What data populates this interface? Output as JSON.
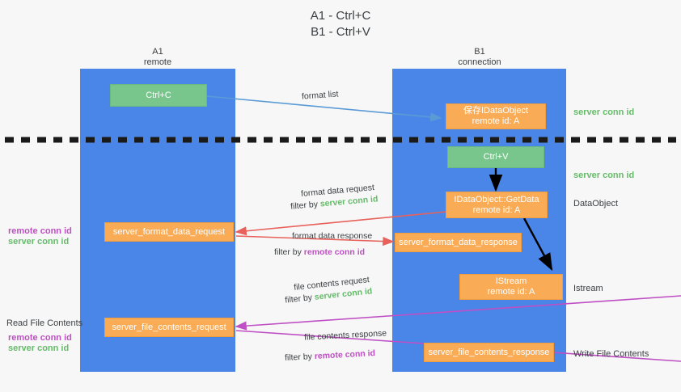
{
  "title": {
    "line1": "A1 - Ctrl+C",
    "line2": "B1 - Ctrl+V"
  },
  "lanes": [
    {
      "id": "a1",
      "name": "A1",
      "role": "remote"
    },
    {
      "id": "b1",
      "name": "B1",
      "role": "connection"
    }
  ],
  "colors": {
    "lane_fill": "#4a86e8",
    "node_orange": "#f9ab55",
    "node_green": "#79c68d",
    "server_conn_id": "#66bb6a",
    "remote_conn_id": "#bf4fc4",
    "arrow_blue": "#5b9bd5",
    "arrow_red": "#e8615a",
    "arrow_magenta": "#bf4fc4",
    "arrow_black": "#000000",
    "background": "#f7f7f7",
    "text": "#3c4043"
  },
  "nodes": {
    "ctrl_c": {
      "label": "Ctrl+C",
      "style": "green"
    },
    "save_idataobject": {
      "line1": "保存IDataObject",
      "line2": "remote id: A",
      "style": "orange"
    },
    "ctrl_v": {
      "label": "Ctrl+V",
      "style": "green"
    },
    "getdata": {
      "line1": "IDataObject::GetData",
      "line2": "remote id: A",
      "style": "orange"
    },
    "server_format_data_request": {
      "label": "server_format_data_request",
      "style": "orange"
    },
    "server_format_data_response": {
      "label": "server_format_data_response",
      "style": "orange"
    },
    "istream": {
      "line1": "IStream",
      "line2": "remote id: A",
      "style": "orange"
    },
    "server_file_contents_request": {
      "label": "server_file_contents_request",
      "style": "orange"
    },
    "server_file_contents_response": {
      "label": "server_file_contents_response",
      "style": "orange"
    }
  },
  "edge_labels": {
    "format_list": "format list",
    "format_data_request": "format data request",
    "format_data_request_filter_prefix": "filter by ",
    "format_data_request_filter_key": "server conn id",
    "format_data_response": "format data response",
    "format_data_response_filter_prefix": "filter by ",
    "format_data_response_filter_key": "remote conn id",
    "file_contents_request": "file contents request",
    "file_contents_request_filter_prefix": "filter by ",
    "file_contents_request_filter_key": "server conn id",
    "file_contents_response": "file contents response",
    "file_contents_response_filter_prefix": "filter by ",
    "file_contents_response_filter_key": "remote conn id"
  },
  "annotations": {
    "right_server_conn_id_top": "server conn id",
    "right_server_conn_id_mid": "server conn id",
    "right_dataobject": "DataObject",
    "right_istream": "Istream",
    "right_write_file_contents": "Write File Contents",
    "left_remote_conn_id_1": "remote conn id",
    "left_server_conn_id_1": "server conn id",
    "left_read_file_contents": "Read File Contents",
    "left_remote_conn_id_2": "remote conn id",
    "left_server_conn_id_2": "server conn id"
  }
}
